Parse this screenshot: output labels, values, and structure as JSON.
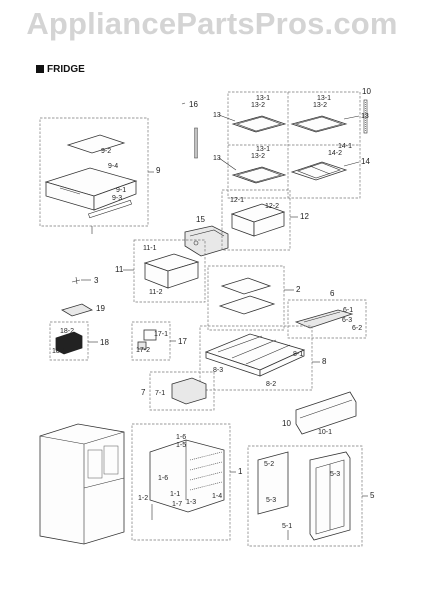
{
  "watermark": "AppliancePartsPros.com",
  "section_title": "FRIDGE",
  "labels": {
    "p16": "16",
    "p10": "10",
    "p13": "13",
    "p13_1a": "13-1",
    "p13_2a": "13-2",
    "p13_1b": "13-1",
    "p13_2b": "13-2",
    "p13_right": "13",
    "p13_c": "13",
    "p13_1c": "13-1",
    "p13_2c": "13-2",
    "p14": "14",
    "p14_1": "14-1",
    "p14_2": "14-2",
    "p9": "9",
    "p9_1": "9-1",
    "p9_2": "9-2",
    "p9_3": "9-3",
    "p9_4": "9-4",
    "p15": "15",
    "p12": "12",
    "p12_1": "12-1",
    "p12_2": "12-2",
    "p11": "11",
    "p11_1": "11-1",
    "p11_2": "11-2",
    "p3": "3",
    "p2": "2",
    "p6": "6",
    "p6_1": "6-1",
    "p6_2": "6-2",
    "p6_3": "6-3",
    "p19": "19",
    "p18": "18",
    "p18_1": "18-1",
    "p18_2": "18-2",
    "p17": "17",
    "p17_1": "17-1",
    "p17_2": "17-2",
    "p8": "8",
    "p8_1": "8-1",
    "p8_2": "8-2",
    "p8_3": "8-3",
    "p7": "7",
    "p7_1": "7-1",
    "p10b": "10",
    "p10_1": "10-1",
    "p1": "1",
    "p1_1": "1-1",
    "p1_2": "1-2",
    "p1_3": "1-3",
    "p1_4": "1-4",
    "p1_5": "1-5",
    "p1_6a": "1-6",
    "p1_6b": "1-6",
    "p1_7": "1-7",
    "p5": "5",
    "p5_1": "5-1",
    "p5_2": "5-2",
    "p5_3": "5-3"
  }
}
